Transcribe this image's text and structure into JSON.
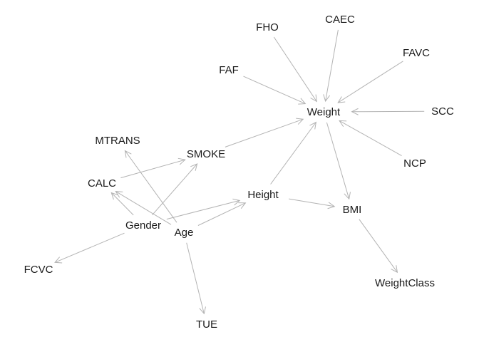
{
  "graph": {
    "edge_color": "#b3b3b3",
    "text_color": "#1a1a1a",
    "background": "#ffffff",
    "nodes": [
      {
        "id": "FHO",
        "label": "FHO"
      },
      {
        "id": "CAEC",
        "label": "CAEC"
      },
      {
        "id": "FAVC",
        "label": "FAVC"
      },
      {
        "id": "FAF",
        "label": "FAF"
      },
      {
        "id": "Weight",
        "label": "Weight"
      },
      {
        "id": "SCC",
        "label": "SCC"
      },
      {
        "id": "MTRANS",
        "label": "MTRANS"
      },
      {
        "id": "SMOKE",
        "label": "SMOKE"
      },
      {
        "id": "NCP",
        "label": "NCP"
      },
      {
        "id": "CALC",
        "label": "CALC"
      },
      {
        "id": "Height",
        "label": "Height"
      },
      {
        "id": "BMI",
        "label": "BMI"
      },
      {
        "id": "Gender",
        "label": "Gender"
      },
      {
        "id": "Age",
        "label": "Age"
      },
      {
        "id": "FCVC",
        "label": "FCVC"
      },
      {
        "id": "WeightClass",
        "label": "WeightClass"
      },
      {
        "id": "TUE",
        "label": "TUE"
      }
    ],
    "edges": [
      {
        "from": "FHO",
        "to": "Weight"
      },
      {
        "from": "CAEC",
        "to": "Weight"
      },
      {
        "from": "FAVC",
        "to": "Weight"
      },
      {
        "from": "FAF",
        "to": "Weight"
      },
      {
        "from": "SCC",
        "to": "Weight"
      },
      {
        "from": "NCP",
        "to": "Weight"
      },
      {
        "from": "SMOKE",
        "to": "Weight"
      },
      {
        "from": "Height",
        "to": "Weight"
      },
      {
        "from": "Weight",
        "to": "BMI"
      },
      {
        "from": "Height",
        "to": "BMI"
      },
      {
        "from": "BMI",
        "to": "WeightClass"
      },
      {
        "from": "CALC",
        "to": "SMOKE"
      },
      {
        "from": "Gender",
        "to": "SMOKE"
      },
      {
        "from": "Gender",
        "to": "CALC"
      },
      {
        "from": "Gender",
        "to": "Height"
      },
      {
        "from": "Gender",
        "to": "FCVC"
      },
      {
        "from": "Age",
        "to": "MTRANS"
      },
      {
        "from": "Age",
        "to": "CALC"
      },
      {
        "from": "Age",
        "to": "Height"
      },
      {
        "from": "Age",
        "to": "TUE"
      }
    ]
  }
}
